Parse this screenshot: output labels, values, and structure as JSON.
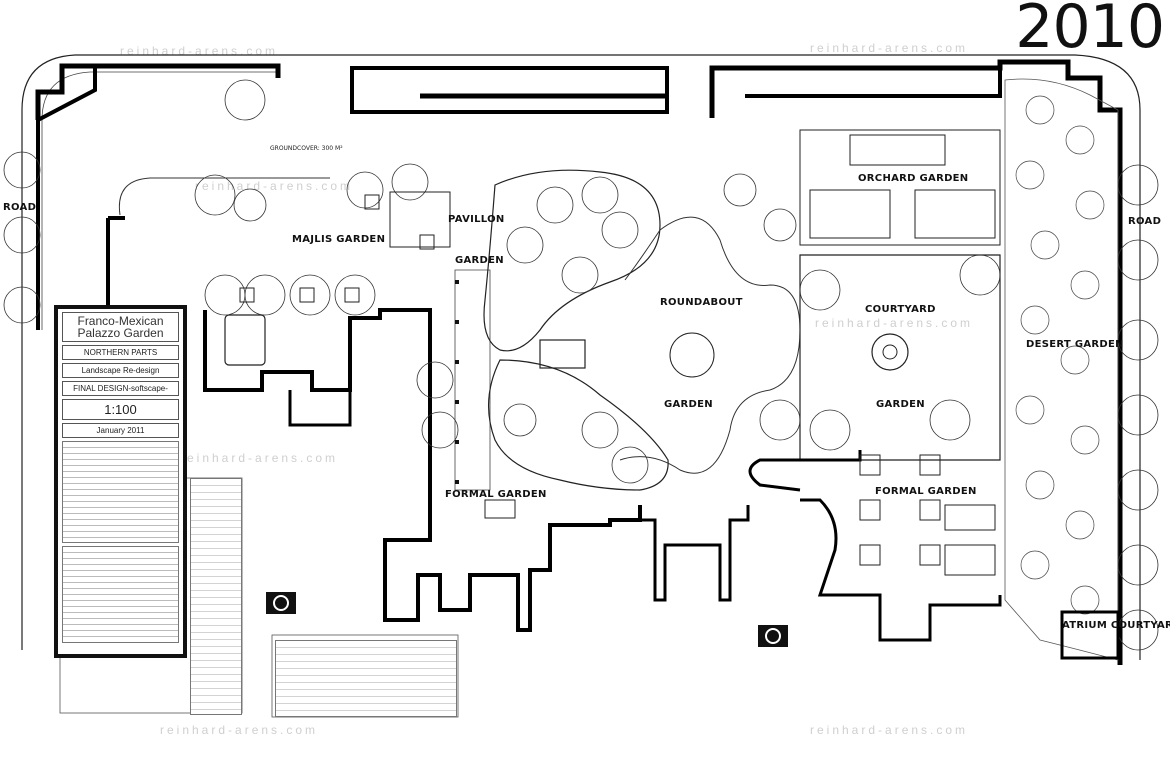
{
  "year": "2010",
  "watermark": "reinhard-arens.com",
  "labels": {
    "road_left": "ROAD",
    "road_right": "ROAD",
    "majlis_garden": "MAJLIS GARDEN",
    "pavillon": "PAVILLON",
    "garden": "GARDEN",
    "roundabout": "ROUNDABOUT",
    "roundabout_garden": "GARDEN",
    "orchard_garden": "ORCHARD GARDEN",
    "courtyard": "COURTYARD",
    "courtyard_garden": "GARDEN",
    "desert_garden": "DESERT GARDEN",
    "formal_garden_left": "FORMAL GARDEN",
    "formal_garden_right": "FORMAL GARDEN",
    "atrium_courtyard": "ATRIUM COURTYARD",
    "groundcover": "GROUNDCOVER: 300 M²"
  },
  "title_block": {
    "project": "Franco-Mexican Palazzo Garden",
    "area": "NORTHERN PARTS",
    "subtitle": "Landscape Re-design",
    "stage": "FINAL DESIGN-softscape-",
    "scale": "1:100",
    "date": "January 2011"
  },
  "colors": {
    "ink": "#111111",
    "wall": "#000000",
    "paper": "#ffffff",
    "watermark": "#cfcfcf"
  }
}
